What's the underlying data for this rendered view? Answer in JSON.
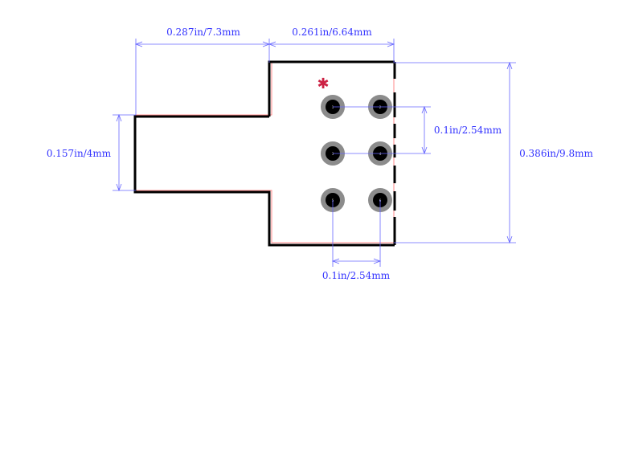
{
  "footprint": {
    "dimensions": {
      "tab_width": "0.287in/7.3mm",
      "body_width": "0.261in/6.64mm",
      "tab_height": "0.157in/4mm",
      "body_height": "0.386in/9.8mm",
      "pitch_vertical": "0.1in/2.54mm",
      "pitch_horizontal": "0.1in/2.54mm"
    },
    "pads": [
      {
        "label": "1"
      },
      {
        "label": "2"
      },
      {
        "label": "3"
      },
      {
        "label": "4"
      },
      {
        "label": "5"
      },
      {
        "label": "6"
      }
    ],
    "origin_marker": "✱",
    "colors": {
      "outline": "#000000",
      "courtyard": "#ff8a8a",
      "dimension": "#3333ff",
      "pad_ring": "#8c8c8c",
      "pad_drill": "#000000",
      "marker": "#cc2244"
    }
  }
}
